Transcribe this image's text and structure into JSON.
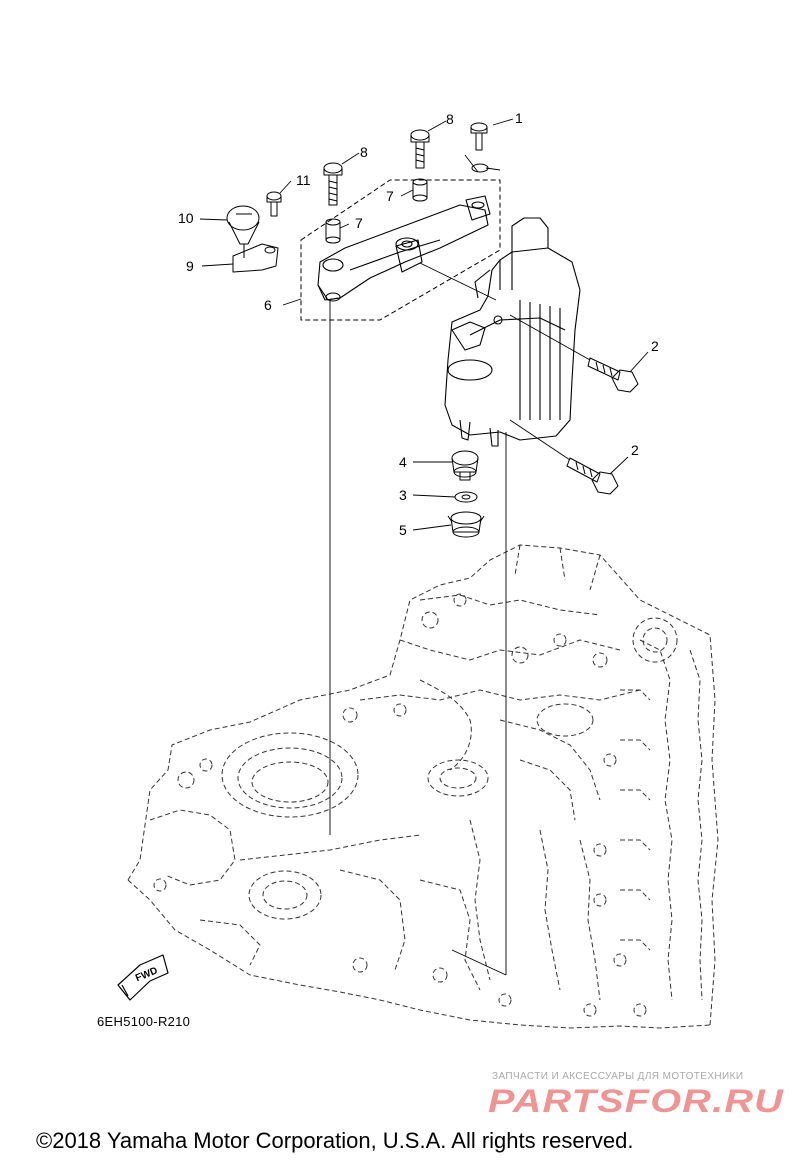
{
  "callouts": [
    {
      "id": "1",
      "text": "1"
    },
    {
      "id": "2a",
      "text": "2"
    },
    {
      "id": "2b",
      "text": "2"
    },
    {
      "id": "3",
      "text": "3"
    },
    {
      "id": "4",
      "text": "4"
    },
    {
      "id": "5",
      "text": "5"
    },
    {
      "id": "6",
      "text": "6"
    },
    {
      "id": "7a",
      "text": "7"
    },
    {
      "id": "7b",
      "text": "7"
    },
    {
      "id": "8a",
      "text": "8"
    },
    {
      "id": "8b",
      "text": "8"
    },
    {
      "id": "9",
      "text": "9"
    },
    {
      "id": "10",
      "text": "10"
    },
    {
      "id": "11",
      "text": "11"
    }
  ],
  "fwd_label": "FWD",
  "ref_code": "6EH5100-R210",
  "watermark": {
    "caption": "ЗАПЧАСТИ И АКСЕССУАРЫ ДЛЯ МОТОТЕХНИКИ",
    "logo_text": "PARTSFOR.RU",
    "color": "#e23a3a"
  },
  "copyright": "©2018 Yamaha Motor Corporation, U.S.A. All rights reserved."
}
